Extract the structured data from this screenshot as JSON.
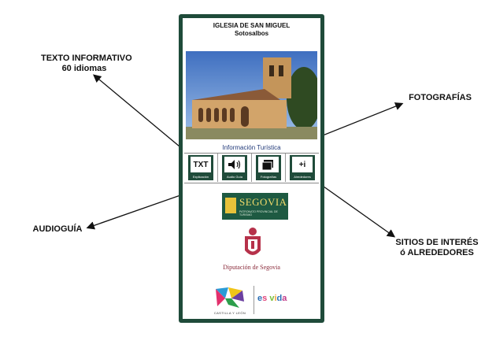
{
  "callouts": {
    "texto_line1": "TEXTO INFORMATIVO",
    "texto_line2": "60 idiomas",
    "fotografias": "FOTOGRAFÍAS",
    "audioguia": "AUDIOGUÍA",
    "sitios_line1": "SITIOS DE INTERÉS",
    "sitios_line2": "ó ALREDEDORES"
  },
  "app": {
    "title_line1": "IGLESIA DE SAN MIGUEL",
    "title_line2": "Sotosalbos",
    "info_label": "Información Turística",
    "buttons": [
      {
        "glyph": "TXT",
        "caption": "Explicación",
        "icon": "text-icon"
      },
      {
        "glyph": "",
        "caption": "Audio Guía",
        "icon": "speaker-icon"
      },
      {
        "glyph": "",
        "caption": "Fotografías",
        "icon": "photo-icon"
      },
      {
        "glyph": "+i",
        "caption": "Alrededores",
        "icon": "info-plus-icon"
      }
    ],
    "logos": {
      "segovia_word": "SEGOVIA",
      "segovia_sub": "PATRONATO PROVINCIAL DE TURISMO",
      "diputacion": "Diputación de Segovia",
      "cyl": "CASTILLA Y LEÓN",
      "esvida": "es vida"
    }
  },
  "colors": {
    "frame": "#1f4b3a",
    "title_blue": "#223a7a",
    "diputacion": "#8a2a3a"
  }
}
